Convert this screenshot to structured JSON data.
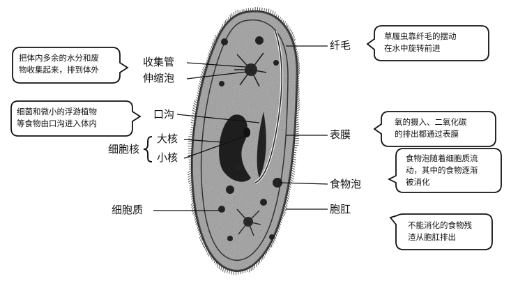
{
  "labels": {
    "cilia": "纤毛",
    "collecting_tube": "收集管",
    "contractile_vacuole": "伸缩泡",
    "oral_groove": "口沟",
    "nucleus_group": "细胞核",
    "macronucleus": "大核",
    "micronucleus": "小核",
    "membrane": "表膜",
    "food_vacuole": "食物泡",
    "cytoplasm": "细胞质",
    "anal_pore": "胞肛"
  },
  "notes": {
    "cilia": [
      "草履虫靠纤毛的摆动",
      "在水中旋转前进"
    ],
    "collecting": [
      "把体内多余的水分和废",
      "物收集起来，排到体外"
    ],
    "oral": [
      "细菌和微小的浮游植物",
      "等食物由口沟进入体内"
    ],
    "membrane": [
      "氧的摄入、二氧化碳",
      "的排出都通过表膜"
    ],
    "food": [
      "食物泡随着细胞质流",
      "动，其中的食物逐渐",
      "被消化"
    ],
    "anal": [
      "不能消化的食物残",
      "渣从胞肛排出"
    ]
  },
  "colors": {
    "ink": "#111111",
    "body_fill": "#8c8c8c",
    "nucleus": "#1e1e1e"
  }
}
